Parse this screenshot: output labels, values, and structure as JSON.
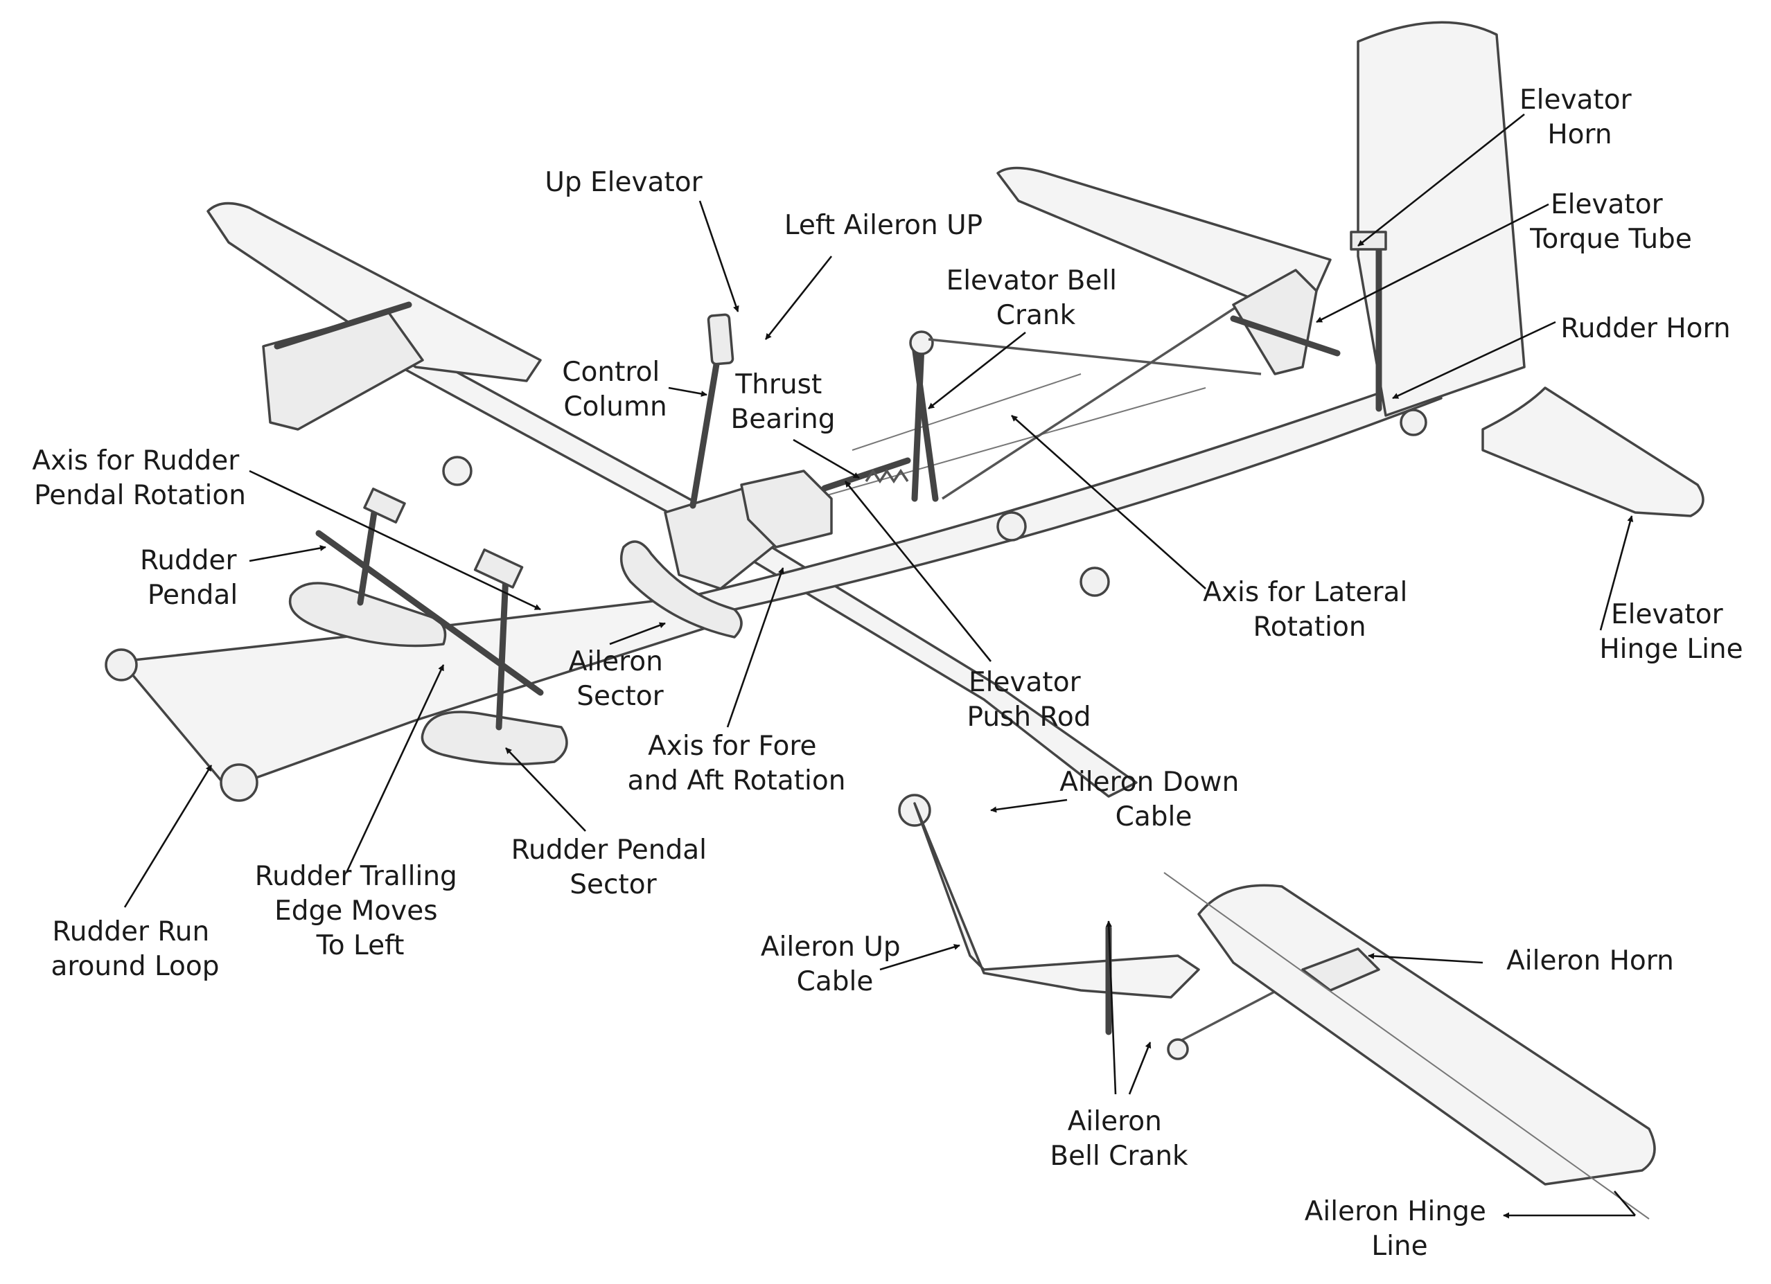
{
  "labels": {
    "up_elevator": [
      "Up Elevator"
    ],
    "left_aileron_up": [
      "Left Aileron UP"
    ],
    "elevator_horn": [
      "Elevator",
      "Horn"
    ],
    "elevator_torque_tube": [
      "Elevator",
      "Torque Tube"
    ],
    "elevator_bell_crank": [
      "Elevator Bell",
      "Crank"
    ],
    "rudder_horn": [
      "Rudder Horn"
    ],
    "control_column": [
      "Control",
      "Column"
    ],
    "thrust_bearing": [
      "Thrust",
      "Bearing"
    ],
    "axis_rudder_pedal": [
      "Axis for Rudder",
      "Pendal Rotation"
    ],
    "rudder_pedal": [
      "Rudder",
      "Pendal"
    ],
    "axis_lateral": [
      "Axis for Lateral",
      "Rotation"
    ],
    "elevator_hinge_line": [
      "Elevator",
      "Hinge Line"
    ],
    "aileron_sector": [
      "Aileron",
      "Sector"
    ],
    "elevator_push_rod": [
      "Elevator",
      "Push Rod"
    ],
    "axis_fore_aft": [
      "Axis for Fore",
      "and Aft Rotation"
    ],
    "aileron_down_cable": [
      "Aileron Down",
      "Cable"
    ],
    "rudder_pedal_sector": [
      "Rudder Pendal",
      "Sector"
    ],
    "rudder_trailing_edge": [
      "Rudder Tralling",
      "Edge Moves",
      "To Left"
    ],
    "rudder_run": [
      "Rudder Run",
      "around Loop"
    ],
    "aileron_up_cable": [
      "Aileron Up",
      "Cable"
    ],
    "aileron_horn": [
      "Aileron Horn"
    ],
    "aileron_bell_crank": [
      "Aileron",
      "Bell Crank"
    ],
    "aileron_hinge_line": [
      "Aileron Hinge",
      "Line"
    ]
  }
}
